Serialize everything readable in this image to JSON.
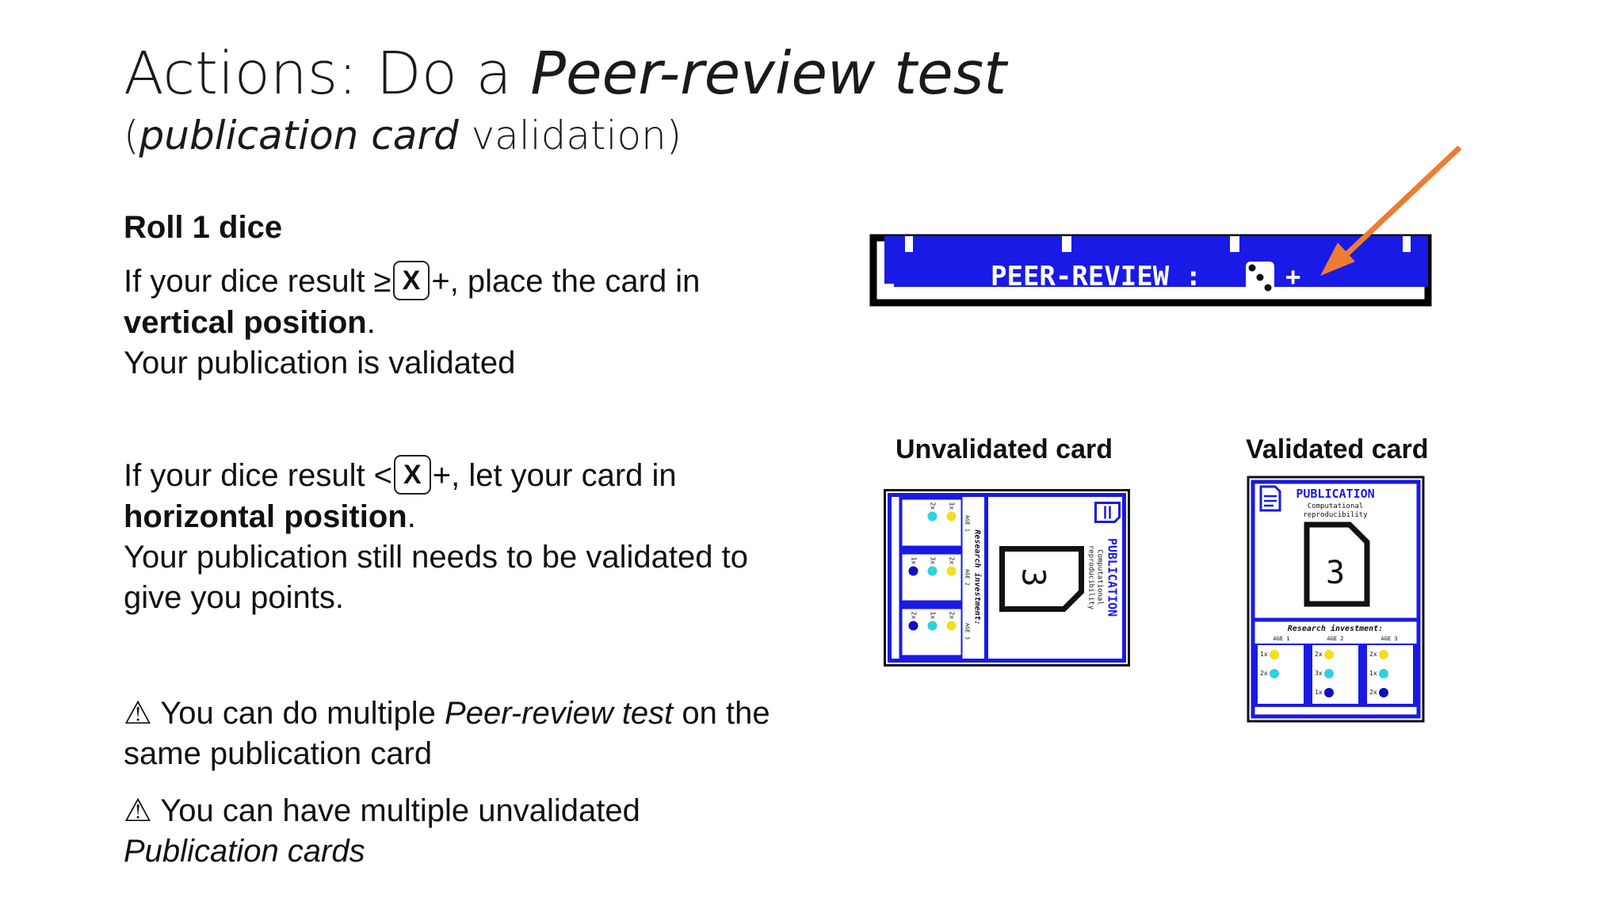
{
  "slide": {
    "title_prefix": "Actions: Do a ",
    "title_italic": "Peer-review test",
    "subtitle_open": "(",
    "subtitle_italic": "publication card",
    "subtitle_rest": " validation)"
  },
  "roll": {
    "heading": "Roll 1 dice"
  },
  "validated_rule": {
    "line1_prefix": "If your dice result ≥",
    "x_label": "X",
    "line1_suffix": "+, place the card in",
    "bold": "vertical position",
    "bold_suffix": ".",
    "line2": "Your publication is validated"
  },
  "unvalidated_rule": {
    "line1_prefix": "If your dice result <",
    "x_label": "X",
    "line1_suffix": "+, let your card in",
    "bold": "horizontal position",
    "bold_suffix": ".",
    "line2": "Your publication still needs to be validated to give you points."
  },
  "notes": [
    {
      "icon": "⚠",
      "prefix": " You can do multiple ",
      "italic": "Peer-review test",
      "suffix": " on the same publication card"
    },
    {
      "icon": "⚠",
      "prefix": " You can have multiple unvalidated ",
      "italic": "Publication cards",
      "suffix": ""
    }
  ],
  "peer_review_banner": {
    "label": "PEER-REVIEW :",
    "plus": "+"
  },
  "captions": {
    "unvalidated": "Unvalidated card",
    "validated": "Validated card"
  },
  "card": {
    "title": "PUBLICATION",
    "sub1": "Computational",
    "sub2": "reproducibility",
    "number": "3",
    "investment": "Research investment:",
    "ages": [
      "AGE 1",
      "AGE 2",
      "AGE 3"
    ],
    "footer": "PEER-REVIEW :",
    "footer_plus": "+",
    "age1_rows": [
      {
        "count": "1x",
        "color": "#f0e020"
      },
      {
        "count": "2x",
        "color": "#30d0e0"
      }
    ],
    "age2_rows": [
      {
        "count": "2x",
        "color": "#f0e020"
      },
      {
        "count": "3x",
        "color": "#30d0e0"
      },
      {
        "count": "1x",
        "color": "#1010c0"
      }
    ],
    "age3_rows": [
      {
        "count": "2x",
        "color": "#f0e020"
      },
      {
        "count": "1x",
        "color": "#30d0e0"
      },
      {
        "count": "2x",
        "color": "#1010c0"
      }
    ]
  },
  "colors": {
    "card_blue": "#1a1ae6",
    "arrow_orange": "#ec7d31"
  }
}
